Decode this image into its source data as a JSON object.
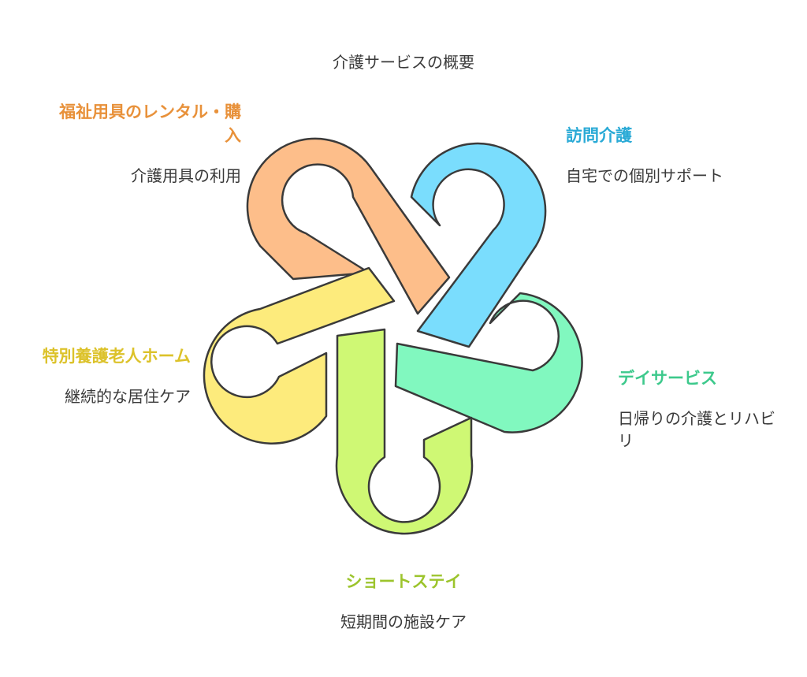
{
  "title": "介護サービスの概要",
  "items": [
    {
      "heading": "福祉用具のレンタル・購入",
      "description": "介護用具の利用",
      "color": "#E8913A",
      "fill": "#FDBE8A"
    },
    {
      "heading": "訪問介護",
      "description": "自宅での個別サポート",
      "color": "#2AAAD6",
      "fill": "#7ADDFD"
    },
    {
      "heading": "デイサービス",
      "description": "日帰りの介護とリハビリ",
      "color": "#3DC98C",
      "fill": "#81F8BF"
    },
    {
      "heading": "ショートステイ",
      "description": "短期間の施設ケア",
      "color": "#9CC42C",
      "fill": "#CFF874"
    },
    {
      "heading": "特別養護老人ホーム",
      "description": "継続的な居住ケア",
      "color": "#DCC22A",
      "fill": "#FDEB7C"
    }
  ]
}
